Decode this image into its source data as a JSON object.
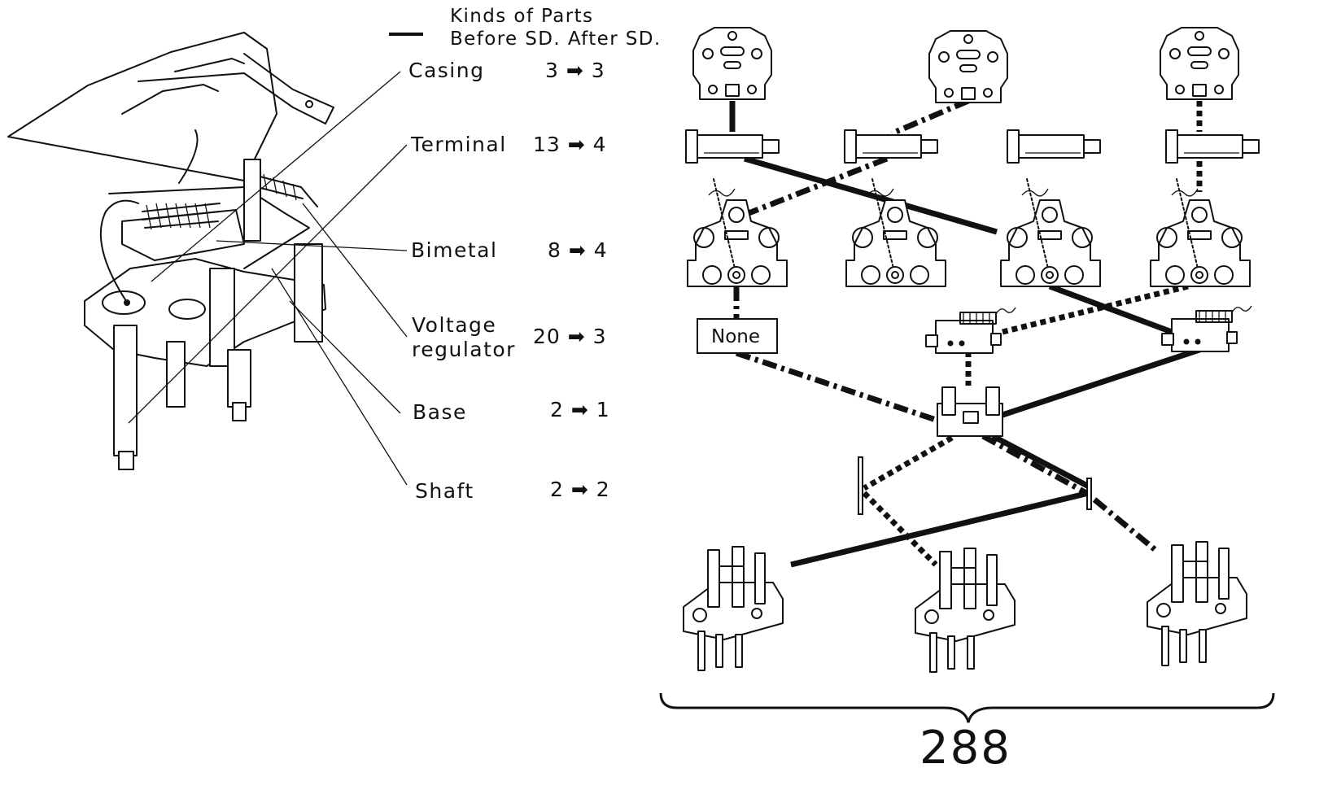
{
  "legend": {
    "heading": "Kinds of Parts",
    "subheading": "Before SD. After SD."
  },
  "parts": [
    {
      "label": "Casing",
      "count": "3 ➡ 3"
    },
    {
      "label": "Terminal",
      "count": "13 ➡ 4"
    },
    {
      "label": "Bimetal",
      "count": "8 ➡ 4"
    },
    {
      "label": "Voltage",
      "label2": "regulator",
      "count": "20 ➡ 3"
    },
    {
      "label": "Base",
      "count": "2 ➡ 1"
    },
    {
      "label": "Shaft",
      "count": "2 ➡ 2"
    }
  ],
  "tree": {
    "none_box": "None",
    "total": "288"
  }
}
